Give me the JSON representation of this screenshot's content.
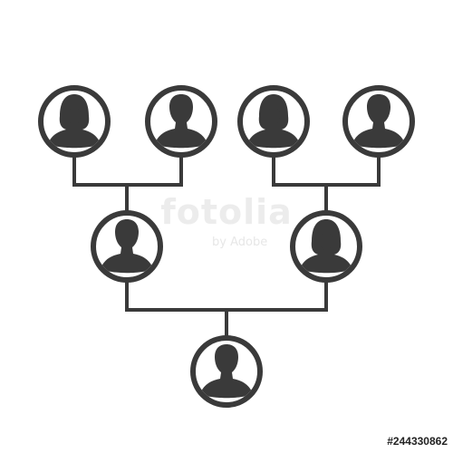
{
  "colors": {
    "ink": "#3a3a3a",
    "background": "#ffffff"
  },
  "watermark": {
    "brand": "fotolia",
    "byline": "by Adobe"
  },
  "stock_id": "#244330862",
  "tree": {
    "nodes": [
      {
        "id": "gp1",
        "gender": "female",
        "icon": "female-avatar-icon",
        "generation": 1
      },
      {
        "id": "gp2",
        "gender": "male",
        "icon": "male-avatar-icon",
        "generation": 1
      },
      {
        "id": "gp3",
        "gender": "female",
        "icon": "female-avatar-icon",
        "generation": 1
      },
      {
        "id": "gp4",
        "gender": "male",
        "icon": "male-avatar-icon",
        "generation": 1
      },
      {
        "id": "p1",
        "gender": "male",
        "icon": "male-avatar-icon",
        "generation": 2
      },
      {
        "id": "p2",
        "gender": "female",
        "icon": "female-avatar-icon",
        "generation": 2
      },
      {
        "id": "child",
        "gender": "male",
        "icon": "male-avatar-icon",
        "generation": 3
      }
    ],
    "links": [
      {
        "parents": [
          "gp1",
          "gp2"
        ],
        "child": "p1"
      },
      {
        "parents": [
          "gp3",
          "gp4"
        ],
        "child": "p2"
      },
      {
        "parents": [
          "p1",
          "p2"
        ],
        "child": "child"
      }
    ]
  }
}
